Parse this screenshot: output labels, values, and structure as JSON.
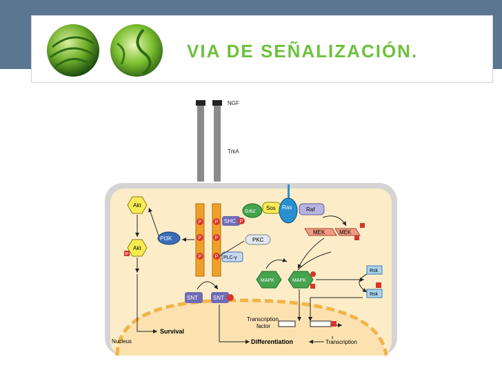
{
  "header": {
    "title": "VIA DE SEÑALIZACIÓN."
  },
  "diagram": {
    "labels": {
      "ngf": "NGF",
      "trka": "TrkA",
      "akt_top": "Akt",
      "akt_bottom": "Akt",
      "pi3k": "PI3K",
      "shc": "SHC",
      "grb2": "Grb2",
      "sos": "Sos",
      "ras": "Ras",
      "raf": "Raf",
      "mek1": "MEK",
      "mek2": "MEK",
      "pkc": "PKC",
      "plcg": "PLC-γ",
      "mapk1": "MAPK",
      "mapk2": "MAPK",
      "rsk1": "Rsk",
      "rsk2": "Rsk",
      "snt1": "SNT",
      "snt2": "SNT",
      "transcription_factor_1": "Transcription",
      "transcription_factor_2": "factor",
      "survival": "Survival",
      "differentiation": "Differentiation",
      "transcription": "Transcription",
      "nucleus": "Nucleus",
      "p": "P"
    },
    "colors": {
      "cytoplasm": "#fcedc8",
      "membrane": "#d4d4d4",
      "nucleus_border": "#f2b347",
      "nucleus_fill": "#fbe2b0",
      "receptor_orange": "#f0a028",
      "receptor_gray": "#8a8a8a",
      "akt": "#f7ec53",
      "pi3k": "#3b6cb8",
      "ras": "#2a8fd0",
      "green": "#46a34e",
      "mek": "#f29a84",
      "purple": "#6e6cb4",
      "rsk": "#a9d3ee",
      "p_red": "#d9342b"
    }
  }
}
